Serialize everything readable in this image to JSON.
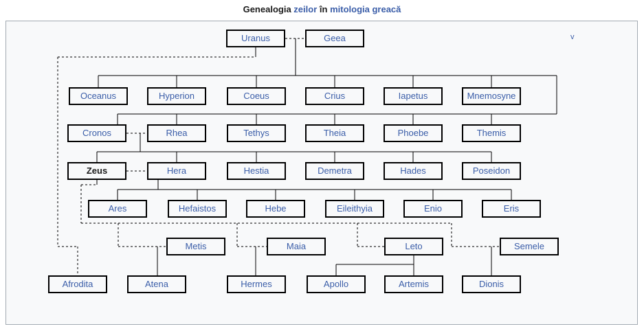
{
  "title": {
    "text1": "Genealogia",
    "link1": "zeilor",
    "text2": "în",
    "link2": "mitologia greacă"
  },
  "view_link_label": "v",
  "colors": {
    "link_blue": "#3a5da8",
    "self_node_text": "#1a1a1a",
    "box_border": "#000000",
    "frame_border": "#a2a9b1",
    "chart_background": "#f8f9fa"
  },
  "tree": {
    "row1": [
      "Uranus",
      "Geea"
    ],
    "row2": [
      "Oceanus",
      "Hyperion",
      "Coeus",
      "Crius",
      "Iapetus",
      "Mnemosyne"
    ],
    "row3": [
      "Cronos",
      "Rhea",
      "Tethys",
      "Theia",
      "Phoebe",
      "Themis"
    ],
    "row4": [
      "Zeus",
      "Hera",
      "Hestia",
      "Demetra",
      "Hades",
      "Poseidon"
    ],
    "row5": [
      "Ares",
      "Hefaistos",
      "Hebe",
      "Eileithyia",
      "Enio",
      "Eris"
    ],
    "row6": [
      "Metis",
      "Maia",
      "Leto",
      "Semele"
    ],
    "row7": [
      "Afrodita",
      "Atena",
      "Hermes",
      "Apollo",
      "Artemis",
      "Dionis"
    ]
  },
  "relationships": {
    "unions_dashed": [
      "Uranus–Geea",
      "Cronos–Rhea",
      "Zeus–Hera",
      "Zeus–Metis",
      "Zeus–Maia",
      "Zeus–Leto",
      "Zeus–Semele"
    ],
    "children": {
      "Uranus+Geea": [
        "Oceanus",
        "Hyperion",
        "Coeus",
        "Crius",
        "Iapetus",
        "Mnemosyne",
        "Cronos",
        "Rhea",
        "Tethys",
        "Theia",
        "Phoebe",
        "Themis"
      ],
      "Cronos+Rhea": [
        "Zeus",
        "Hera",
        "Hestia",
        "Demetra",
        "Hades",
        "Poseidon"
      ],
      "Zeus+Hera": [
        "Ares",
        "Hefaistos",
        "Hebe",
        "Eileithyia",
        "Enio",
        "Eris"
      ],
      "Uranus": [
        "Afrodita"
      ],
      "Zeus+Metis": [
        "Atena"
      ],
      "Zeus+Maia": [
        "Hermes"
      ],
      "Zeus+Leto": [
        "Apollo",
        "Artemis"
      ],
      "Zeus+Semele": [
        "Dionis"
      ]
    }
  }
}
